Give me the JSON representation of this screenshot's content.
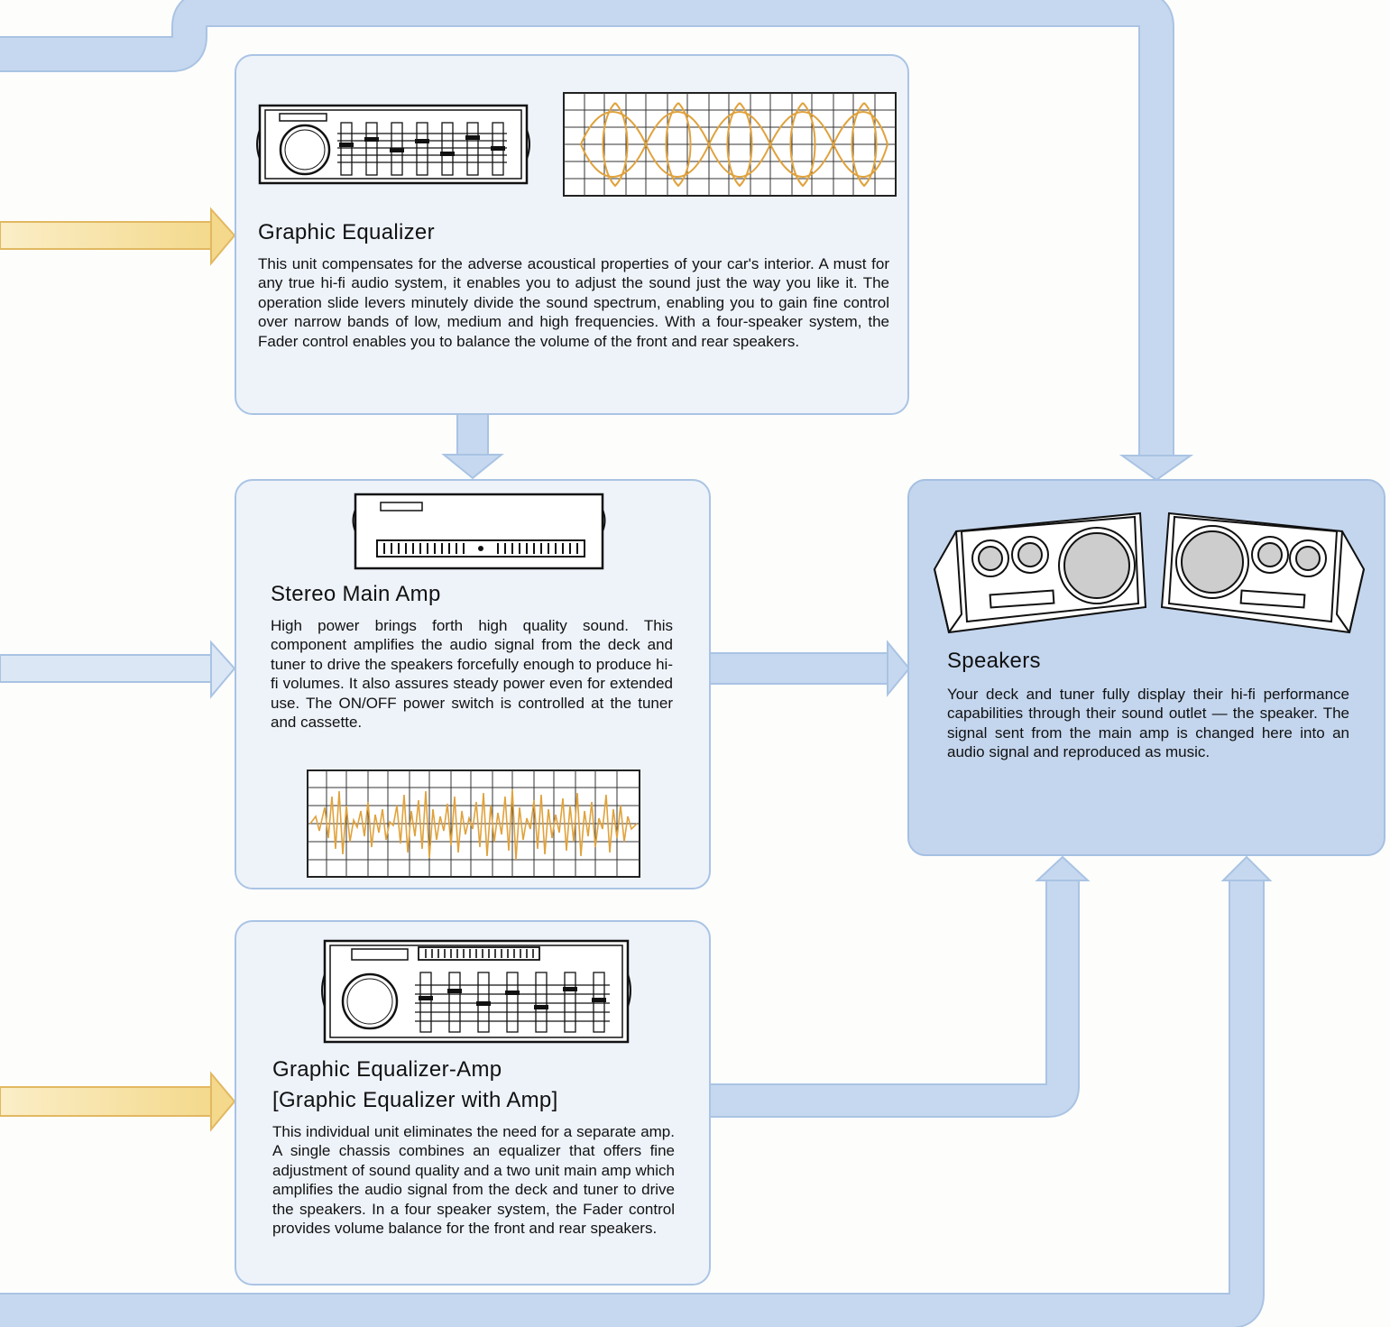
{
  "colors": {
    "flow_blue": "#c6d8ef",
    "flow_blue_edge": "#a9c3e3",
    "flow_yellow": "#f6de9a",
    "flow_yellow_edge": "#e2b861",
    "panel": "#eef3fa",
    "speakers_panel": "#c4d6ee",
    "graph_orange": "#e0a23c"
  },
  "graphic_equalizer": {
    "title": "Graphic Equalizer",
    "description": "This unit compensates for the adverse acoustical properties of your car's interior. A must for any true hi-fi audio system, it enables you to adjust the sound just the way you like it. The operation slide levers minutely divide the sound spectrum, enabling you to gain fine control over narrow bands of low, medium and high frequencies. With a four-speaker system, the Fader control enables you to balance the volume of the front and rear speakers."
  },
  "stereo_main_amp": {
    "title": "Stereo Main Amp",
    "description": "High power brings forth high quality sound. This component amplifies the audio signal from the deck and tuner to drive the speakers forcefully enough to produce hi-fi volumes. It also assures steady power even for extended use. The ON/OFF power switch is controlled at the tuner and cassette."
  },
  "graphic_equalizer_amp": {
    "title_line1": "Graphic Equalizer-Amp",
    "title_line2": "[Graphic Equalizer with Amp]",
    "description": "This individual unit eliminates the need for a separate amp. A single chassis combines an equalizer that offers fine adjustment of sound quality and a two unit main amp which amplifies the audio signal from the deck and tuner to drive the speakers. In a four speaker system, the Fader control provides volume balance for the front and rear speakers."
  },
  "speakers": {
    "title": "Speakers",
    "description": "Your deck and tuner fully display their hi-fi performance capabilities through their sound outlet — the speaker. The signal sent from the main amp is changed here into an audio signal and reproduced as music."
  },
  "icons": {
    "equalizer_unit": "equalizer-unit-icon",
    "eq_response_graph": "frequency-response-graph-icon",
    "main_amp_unit": "main-amp-unit-icon",
    "waveform_graph": "waveform-graph-icon",
    "equalizer_amp_unit": "equalizer-amp-unit-icon",
    "speaker_pair": "speaker-pair-icon"
  }
}
